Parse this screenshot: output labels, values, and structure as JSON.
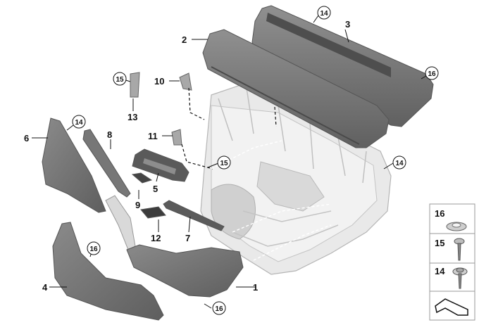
{
  "callouts": {
    "c1": "1",
    "c2": "2",
    "c3": "3",
    "c4": "4",
    "c5": "5",
    "c6": "6",
    "c7": "7",
    "c8": "8",
    "c9": "9",
    "c10": "10",
    "c11": "11",
    "c12": "12",
    "c13": "13"
  },
  "circled": {
    "a14": "14",
    "b14": "14",
    "c14": "14",
    "d15": "15",
    "e15": "15",
    "f16": "16",
    "g16": "16",
    "h16": "16"
  },
  "legend": {
    "items": [
      {
        "label": "16",
        "icon": "clip-nut-icon"
      },
      {
        "label": "15",
        "icon": "screw-icon"
      },
      {
        "label": "14",
        "icon": "washer-screw-icon"
      }
    ],
    "footer_icon": "bracket-symbol-icon"
  },
  "colors": {
    "trim_dark": "#6f6f6f",
    "trim_mid": "#8a8a8a",
    "frame_light": "#e6e6e6",
    "frame_line": "#b8b8b8"
  }
}
